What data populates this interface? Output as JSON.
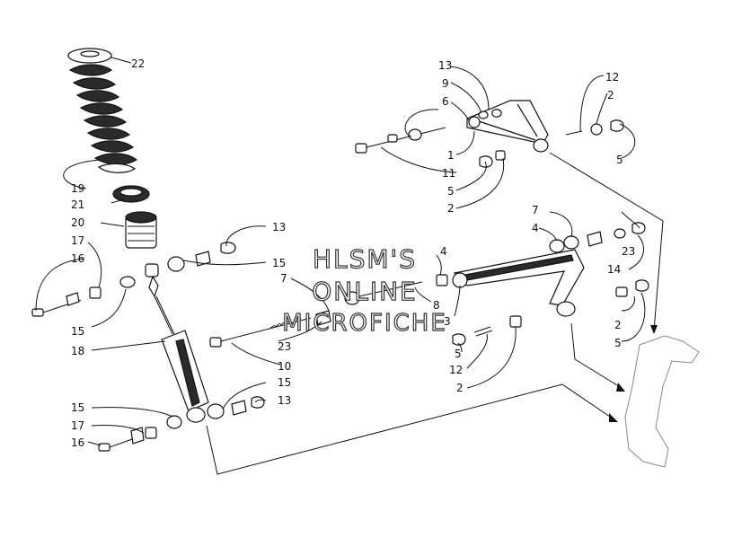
{
  "watermark": {
    "line1": "HLSM'S",
    "line2": "ONLINE",
    "line3": "MICROFICHE"
  },
  "callouts": [
    {
      "id": "c22",
      "text": "22"
    },
    {
      "id": "c19",
      "text": "19"
    },
    {
      "id": "c21",
      "text": "21"
    },
    {
      "id": "c20",
      "text": "20"
    },
    {
      "id": "c17a",
      "text": "17"
    },
    {
      "id": "c16a",
      "text": "16"
    },
    {
      "id": "c15a",
      "text": "15"
    },
    {
      "id": "c18",
      "text": "18"
    },
    {
      "id": "c15b",
      "text": "15"
    },
    {
      "id": "c17b",
      "text": "17"
    },
    {
      "id": "c16b",
      "text": "16"
    },
    {
      "id": "c13a",
      "text": "13"
    },
    {
      "id": "c15c",
      "text": "15"
    },
    {
      "id": "c7a",
      "text": "7"
    },
    {
      "id": "c23a",
      "text": "23"
    },
    {
      "id": "c10",
      "text": "10"
    },
    {
      "id": "c15d",
      "text": "15"
    },
    {
      "id": "c13b",
      "text": "13"
    },
    {
      "id": "c4a",
      "text": "4"
    },
    {
      "id": "c8",
      "text": "8"
    },
    {
      "id": "c3",
      "text": "3"
    },
    {
      "id": "c5a",
      "text": "5"
    },
    {
      "id": "c12a",
      "text": "12"
    },
    {
      "id": "c2a",
      "text": "2"
    },
    {
      "id": "c7b",
      "text": "7"
    },
    {
      "id": "c4b",
      "text": "4"
    },
    {
      "id": "c23b",
      "text": "23"
    },
    {
      "id": "c14",
      "text": "14"
    },
    {
      "id": "c2b",
      "text": "2"
    },
    {
      "id": "c5b",
      "text": "5"
    },
    {
      "id": "c13c",
      "text": "13"
    },
    {
      "id": "c9",
      "text": "9"
    },
    {
      "id": "c6",
      "text": "6"
    },
    {
      "id": "c1",
      "text": "1"
    },
    {
      "id": "c11",
      "text": "11"
    },
    {
      "id": "c5c",
      "text": "5"
    },
    {
      "id": "c2c",
      "text": "2"
    },
    {
      "id": "c12b",
      "text": "12"
    },
    {
      "id": "c2d",
      "text": "2"
    },
    {
      "id": "c5d",
      "text": "5"
    }
  ]
}
